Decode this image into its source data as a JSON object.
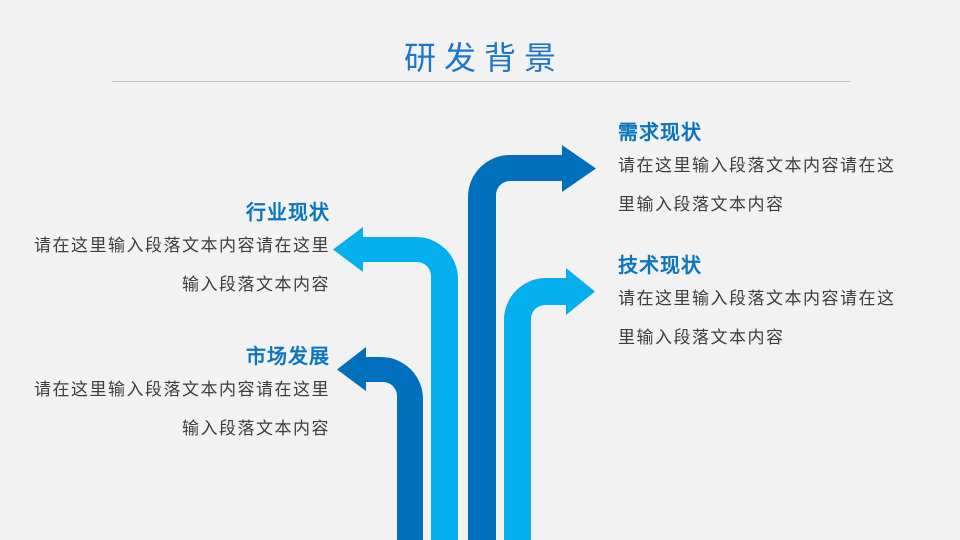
{
  "slide": {
    "title": "研发背景",
    "background_color": "#F2F2F2",
    "title_color": "#1F76C8",
    "divider_color": "#BFBFBF"
  },
  "colors": {
    "dark_blue": "#0070BC",
    "light_blue": "#05AEEC",
    "section_heading": "#0B76BE",
    "body_text": "#3D3D3D"
  },
  "sections": [
    {
      "label": "需求现状",
      "body_line1": "请在这里输入段落文本内容请在这",
      "body_line2": "里输入段落文本内容",
      "position": "top-right",
      "arrow_color": "dark_blue",
      "arrow_direction": "right"
    },
    {
      "label": "行业现状",
      "body_line1": "请在这里输入段落文本内容请在这里",
      "body_line2": "输入段落文本内容",
      "position": "middle-left",
      "arrow_color": "light_blue",
      "arrow_direction": "left"
    },
    {
      "label": "技术现状",
      "body_line1": "请在这里输入段落文本内容请在这",
      "body_line2": "里输入段落文本内容",
      "position": "middle-right",
      "arrow_color": "light_blue",
      "arrow_direction": "right"
    },
    {
      "label": "市场发展",
      "body_line1": "请在这里输入段落文本内容请在这里",
      "body_line2": "输入段落文本内容",
      "position": "bottom-left",
      "arrow_color": "dark_blue",
      "arrow_direction": "left"
    }
  ]
}
